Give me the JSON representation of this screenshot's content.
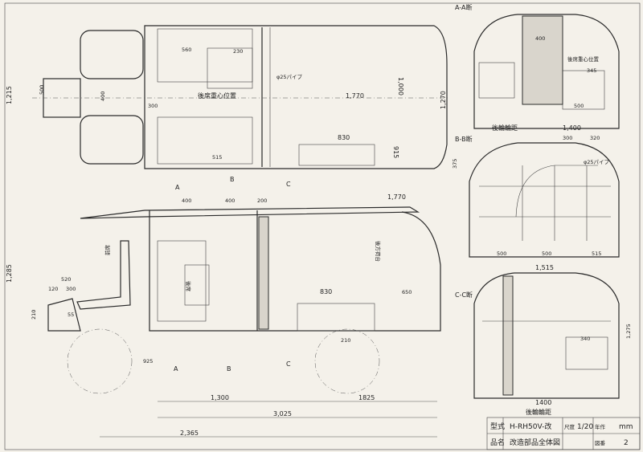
{
  "plan": {
    "label_seat": "後席重心位置",
    "dim_1770": "1,770",
    "dim_1215": "1,215",
    "dim_1000": "1,000",
    "dim_830": "830",
    "dim_915": "915",
    "dim_1270": "1,270",
    "dim_phi": "φ25パイプ",
    "dim_300": "300",
    "dim_400": "400",
    "dim_560": "560",
    "dim_230": "230",
    "dim_515": "515",
    "dim_500": "500",
    "label_section_b": "B",
    "label_section_a": "A",
    "label_section_c": "C"
  },
  "side": {
    "dim_1770": "1,770",
    "dim_400a": "400",
    "dim_400b": "400",
    "dim_200": "200",
    "dim_1285": "1,285",
    "dim_830": "830",
    "dim_650": "650",
    "dim_520": "520",
    "dim_120": "120",
    "dim_300": "300",
    "dim_210": "210",
    "dim_55": "55",
    "dim_925": "925",
    "dim_210b": "210",
    "dim_1300": "1,300",
    "dim_1825": "1825",
    "dim_3025": "3,025",
    "dim_2365": "2,365",
    "label_seat_front": "前席",
    "label_seat_rear": "後席",
    "label_a": "A",
    "label_b": "B",
    "label_c": "C",
    "label_rear_note": "後方荷台"
  },
  "section_aa": {
    "title": "A-A断",
    "label_seat": "後席重心位置",
    "dim_345": "345",
    "dim_400": "400",
    "dim_500": "500",
    "dim_1400": "1,400",
    "label_tread": "後輪輪距"
  },
  "section_bb": {
    "title": "B-B断",
    "dim_300": "300",
    "dim_320": "320",
    "dim_phi": "φ25パイプ",
    "dim_500a": "500",
    "dim_500b": "500",
    "dim_515": "515",
    "dim_1515": "1,515",
    "dim_375": "375"
  },
  "section_cc": {
    "title": "C-C断",
    "dim_340": "340",
    "dim_1400": "1400",
    "dim_1275": "1,275",
    "label_tread": "後輪輪距"
  },
  "title_block": {
    "kind_label": "型式",
    "name_label": "品名",
    "model": "H-RH50V-改",
    "scale_label": "尺度",
    "scale": "1/20",
    "unit": "mm",
    "year_label": "年作",
    "drawing_label": "図番",
    "drawing_title": "改造部品全体図",
    "sheet_no": "2"
  }
}
